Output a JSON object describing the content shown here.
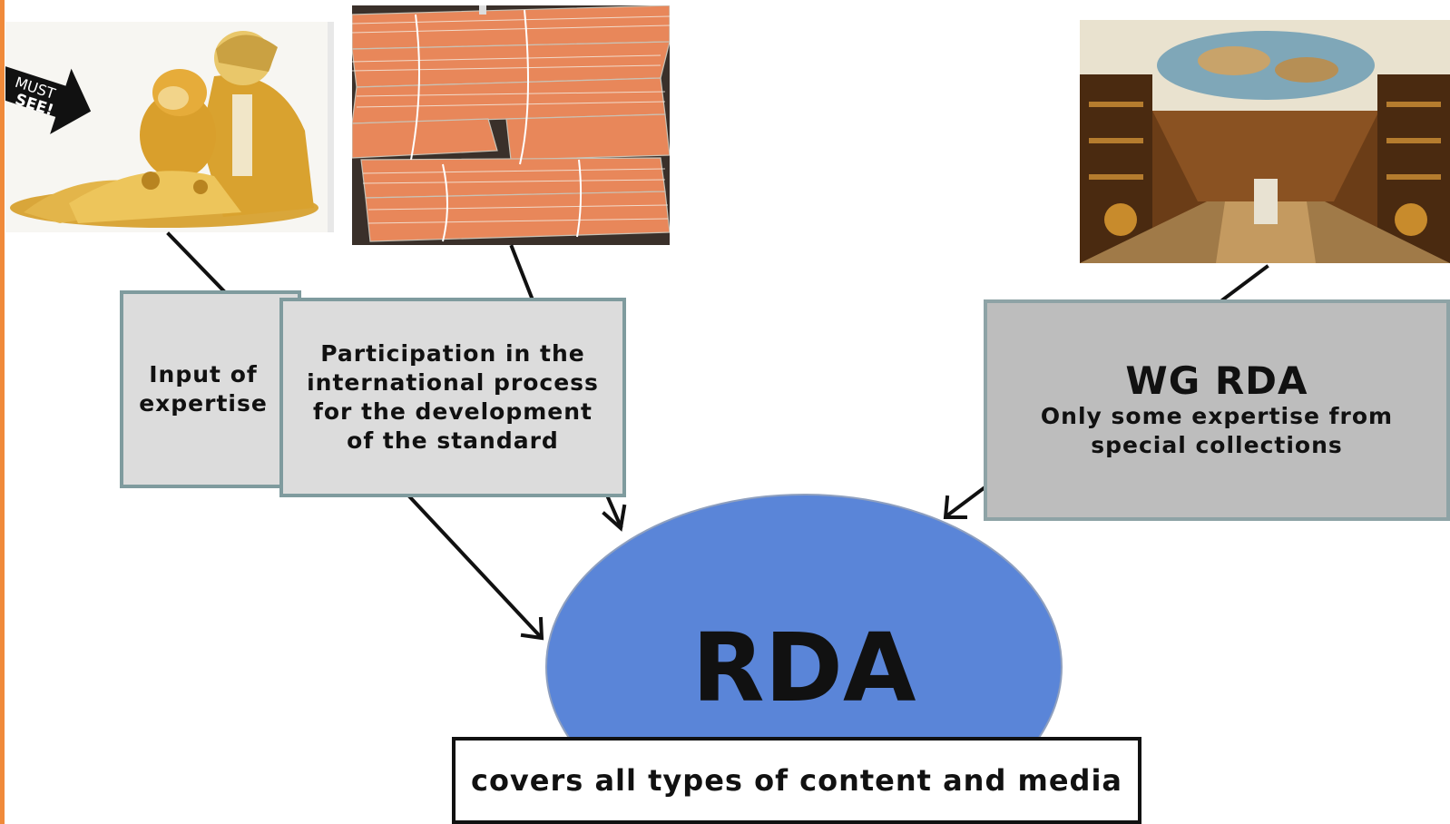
{
  "boxes": {
    "input": "Input of\nexpertise",
    "participation": "Participation in the\ninternational process\nfor the development\nof the standard",
    "wg_title": "WG RDA",
    "wg_sub": "Only some expertise from\nspecial collections"
  },
  "ellipse": {
    "label": "RDA",
    "color": "#5a85d8"
  },
  "covers": {
    "label": "covers all types of content and media"
  },
  "photos": {
    "sticker_line1": "MUST",
    "sticker_line2": "SEE!"
  },
  "colors": {
    "accent": "#f08a3a",
    "box_border": "#7f9b9e"
  }
}
